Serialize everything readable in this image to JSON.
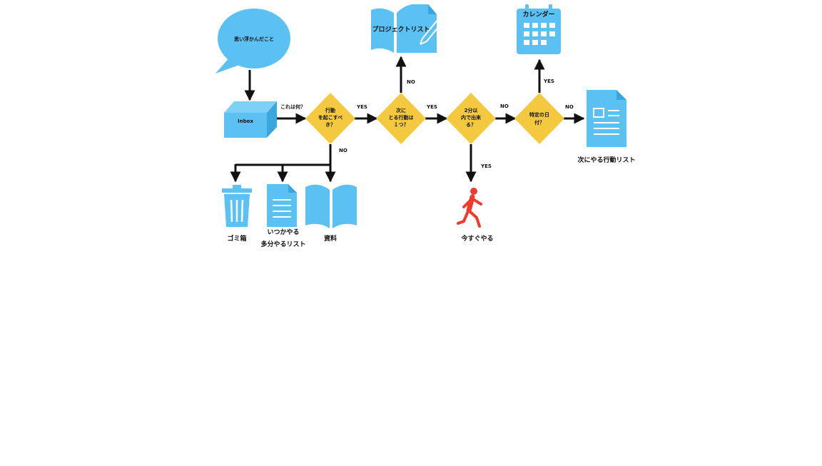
{
  "colors": {
    "blue": "#5bc0f2",
    "yellow": "#f5c93f",
    "red": "#ef3b2c",
    "line": "#111111"
  },
  "nodes": {
    "thought": "思い浮かんだこと",
    "inbox": "Inbox",
    "q_action": [
      "行動",
      "を起こすべ",
      "き？"
    ],
    "q_next": [
      "次に",
      "とる行動は",
      "１つ？"
    ],
    "q_two_min": [
      "2分以",
      "内で出来",
      "る？"
    ],
    "q_date": [
      "特定の日",
      "付？"
    ],
    "project_list": "プロジェクトリスト",
    "calendar": "カレンダー",
    "next_actions": "次にやる行動リスト",
    "do_now": "今すぐやる",
    "trash": "ゴミ箱",
    "someday": [
      "いつかやる",
      "多分やるリスト"
    ],
    "reference": "資料"
  },
  "edges": {
    "what_is_it": "これは何？",
    "yes": "YES",
    "no": "NO"
  },
  "icons": [
    "speech-bubble-icon",
    "inbox-box-icon",
    "book-edit-icon",
    "calendar-icon",
    "document-icon",
    "running-person-icon",
    "trash-icon",
    "book-icon"
  ]
}
